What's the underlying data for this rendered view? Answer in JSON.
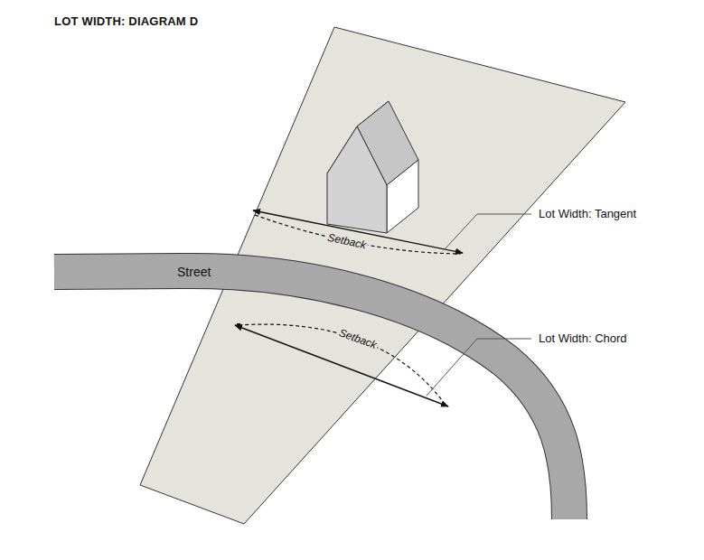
{
  "diagram": {
    "title": "LOT WIDTH: DIAGRAM D",
    "labels": [
      "Street",
      "Setback",
      "Setback",
      "Lot Width: Tangent",
      "Lot Width: Chord"
    ]
  }
}
